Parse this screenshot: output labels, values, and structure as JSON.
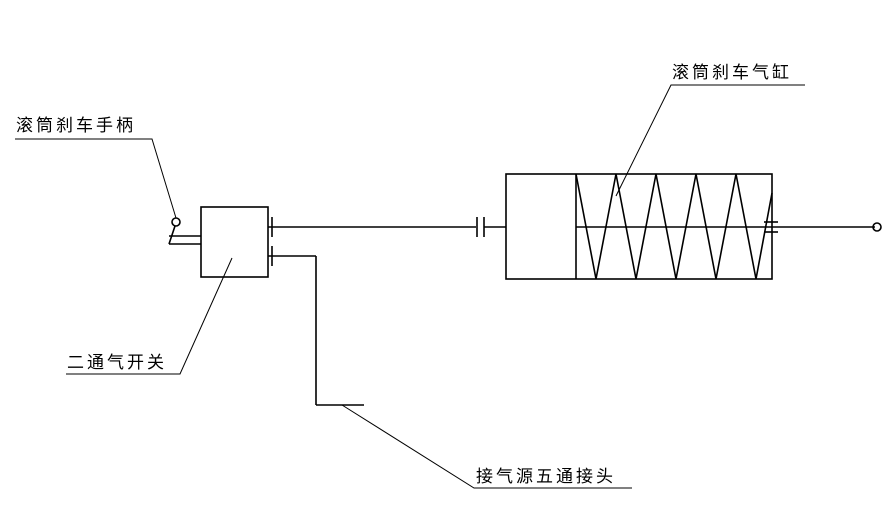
{
  "labels": {
    "handle": "滚筒刹车手柄",
    "cylinder": "滚筒刹车气缸",
    "switch": "二通气开关",
    "connector": "接气源五通接头"
  }
}
